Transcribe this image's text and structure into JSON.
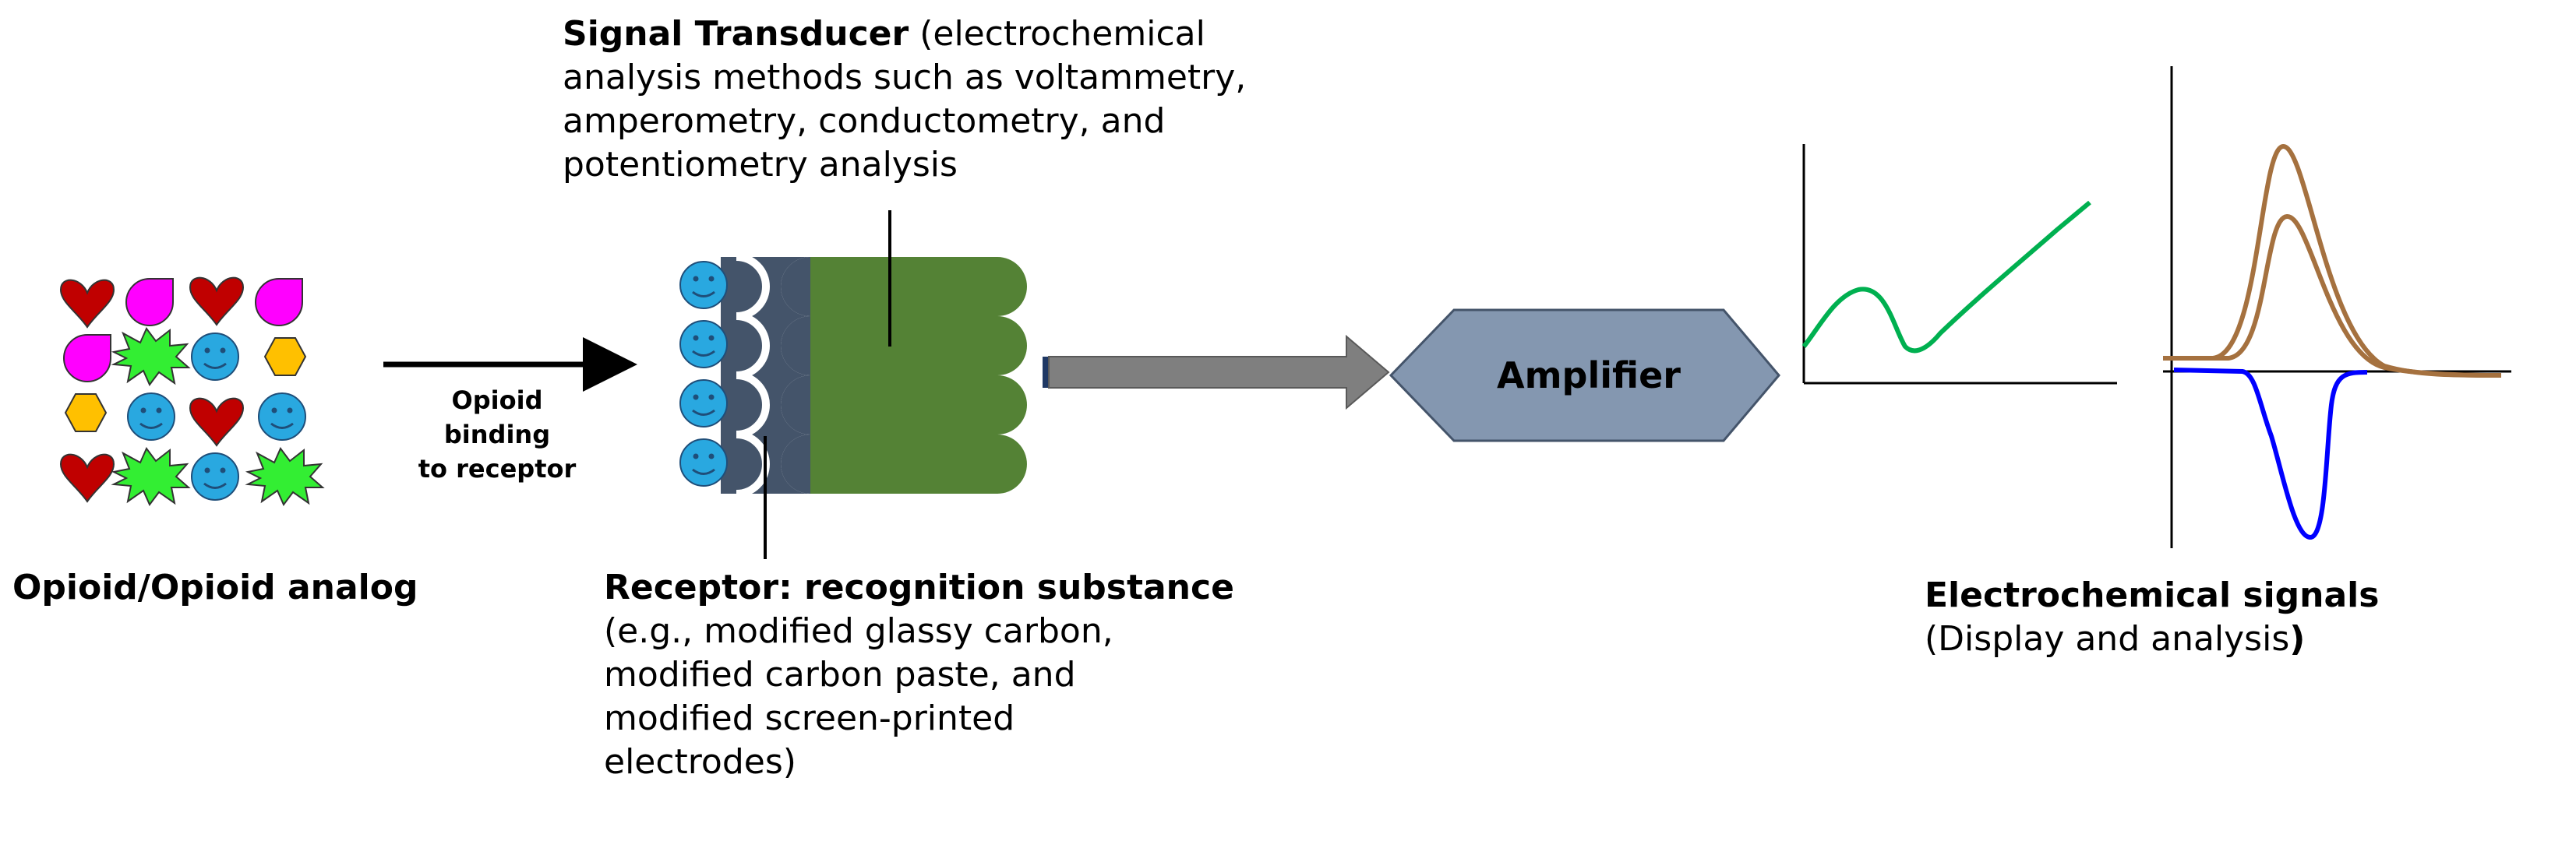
{
  "transducer": {
    "title": "Signal Transducer",
    "desc_line1": " (electrochemical",
    "desc_line2": "analysis methods such as voltammetry,",
    "desc_line3": "amperometry, conductometry, and",
    "desc_line4": "potentiometry analysis"
  },
  "binding": {
    "line1": "Opioid binding",
    "line2": "to receptor"
  },
  "amplifier": {
    "label": "Amplifier"
  },
  "analyte": {
    "label": "Opioid/Opioid analog"
  },
  "receptor": {
    "title": "Receptor: recognition substance",
    "line1": "(e.g., modified glassy carbon,",
    "line2": "modified carbon paste, and",
    "line3": "modified screen-printed",
    "line4": "electrodes)"
  },
  "signals": {
    "title": "Electrochemical signals",
    "subtitle": "(Display and analysis",
    "close_paren": ")"
  },
  "colors": {
    "heart": "#c00000",
    "droplet": "#ff00ff",
    "smiley": "#29a8e0",
    "hexagon": "#ffc000",
    "burst": "#33ee33",
    "receptor_dark": "#44546a",
    "transducer_green": "#548235",
    "arrow_gray": "#7f7f7f",
    "amplifier_fill": "#8497b0",
    "curve_green": "#00b050",
    "curve_brown": "#a5713f",
    "curve_blue": "#0000ff"
  }
}
